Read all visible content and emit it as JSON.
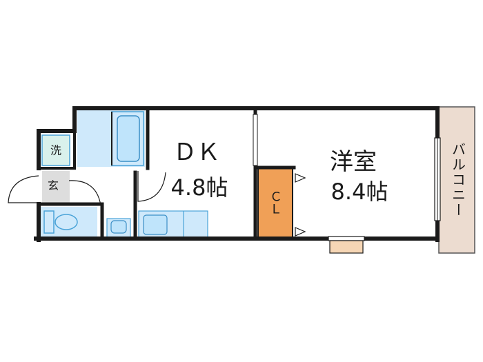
{
  "rooms": {
    "dk": {
      "name": "ＤＫ",
      "size": "4.8帖"
    },
    "western": {
      "name": "洋室",
      "size": "8.4帖"
    },
    "closet": {
      "label": "ＣＬ"
    },
    "balcony": {
      "label": "バルコニー"
    },
    "laundry": {
      "label": "洗"
    },
    "entrance": {
      "label": "玄"
    }
  },
  "colors": {
    "wall": "#1a1a1a",
    "fixture_fill": "#cfe9fb",
    "fixture_stroke": "#4aa3d8",
    "closet_fill": "#f0a057",
    "balcony_fill": "#ecdcd0",
    "laundry_fill": "#d9f1ec",
    "entrance_fill": "#dddddd",
    "window_fill": "#f6d6b5"
  }
}
